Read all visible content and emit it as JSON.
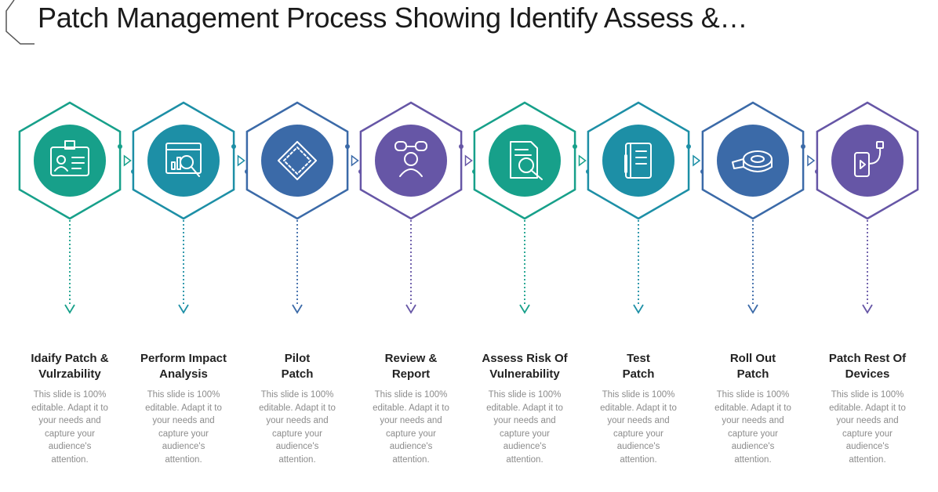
{
  "title": "Patch Management Process Showing Identify Assess &…",
  "colors": {
    "teal": "#16a085",
    "tealDark": "#118f8a",
    "slate": "#4f6fa8",
    "purple": "#6456a6",
    "blue": "#3a76b0",
    "circle_teal": "#1aa08a",
    "circle_blue": "#2f75aa",
    "circle_purple": "#5c4fa0"
  },
  "steps": [
    {
      "title_line1": "Idaify Patch &",
      "title_line2": "Vulrzability",
      "desc": [
        "This slide is 100%",
        "editable. Adapt it to",
        "your needs and",
        "capture your",
        "audience's",
        "attention."
      ],
      "icon": "id-card-icon",
      "color": "#17a08a"
    },
    {
      "title_line1": "Perform Impact",
      "title_line2": "Analysis",
      "desc": [
        "This slide is 100%",
        "editable. Adapt it to",
        "your needs and",
        "capture your",
        "audience's",
        "attention."
      ],
      "icon": "analytics-screen-icon",
      "color": "#1d8fa6"
    },
    {
      "title_line1": "Pilot",
      "title_line2": "Patch",
      "desc": [
        "This slide is 100%",
        "editable. Adapt it to",
        "your needs and",
        "capture your",
        "audience's",
        "attention."
      ],
      "icon": "chip-icon",
      "color": "#3b6aa8"
    },
    {
      "title_line1": "Review &",
      "title_line2": "Report",
      "desc": [
        "This slide is 100%",
        "editable. Adapt it to",
        "your needs and",
        "capture your",
        "audience's",
        "attention."
      ],
      "icon": "team-icon",
      "color": "#6656a6"
    },
    {
      "title_line1": "Assess Risk Of",
      "title_line2": "Vulnerability",
      "desc": [
        "This slide is 100%",
        "editable. Adapt it to",
        "your needs and",
        "capture your",
        "audience's",
        "attention."
      ],
      "icon": "document-search-icon",
      "color": "#17a08a"
    },
    {
      "title_line1": "Test",
      "title_line2": "Patch",
      "desc": [
        "This slide is 100%",
        "editable. Adapt it to",
        "your needs and",
        "capture your",
        "audience's",
        "attention."
      ],
      "icon": "notepad-icon",
      "color": "#1d8fa6"
    },
    {
      "title_line1": "Roll Out",
      "title_line2": "Patch",
      "desc": [
        "This slide is 100%",
        "editable. Adapt it to",
        "your needs and",
        "capture your",
        "audience's",
        "attention."
      ],
      "icon": "tape-roll-icon",
      "color": "#3b6aa8"
    },
    {
      "title_line1": "Patch Rest Of",
      "title_line2": "Devices",
      "desc": [
        "This slide is 100%",
        "editable. Adapt it to",
        "your needs and",
        "capture your",
        "audience's",
        "attention."
      ],
      "icon": "mobile-device-icon",
      "color": "#6656a6"
    }
  ]
}
